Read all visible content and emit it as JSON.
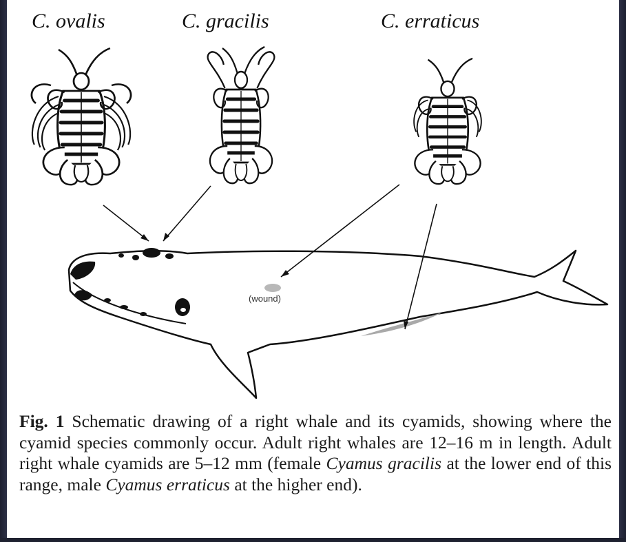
{
  "figure": {
    "species_labels": {
      "ovalis": "C. ovalis",
      "gracilis": "C. gracilis",
      "erraticus": "C. erraticus"
    },
    "wound_label": "(wound)",
    "icons": [
      "cyamid-ovalis-icon",
      "cyamid-gracilis-icon",
      "cyamid-erraticus-icon",
      "right-whale-icon",
      "callosity-icon",
      "wound-patch-icon",
      "ventral-groove-patch-icon",
      "pointer-arrow-icon"
    ],
    "colors": {
      "ink": "#111111",
      "wound": "#b8b8b8",
      "frame": "#262938"
    }
  },
  "caption": {
    "fig_label": "Fig. 1",
    "text_part1": " Schematic drawing of a right whale and its cyamids, showing where the cyamid species commonly occur. Adult right whales are 12–16 m in length. Adult right whale cyamids are 5–12 mm (female ",
    "species_a": "Cyamus gracilis",
    "text_part2": " at the lower end of this range, male ",
    "species_b": "Cyamus erraticus",
    "text_part3": " at the higher end)."
  }
}
